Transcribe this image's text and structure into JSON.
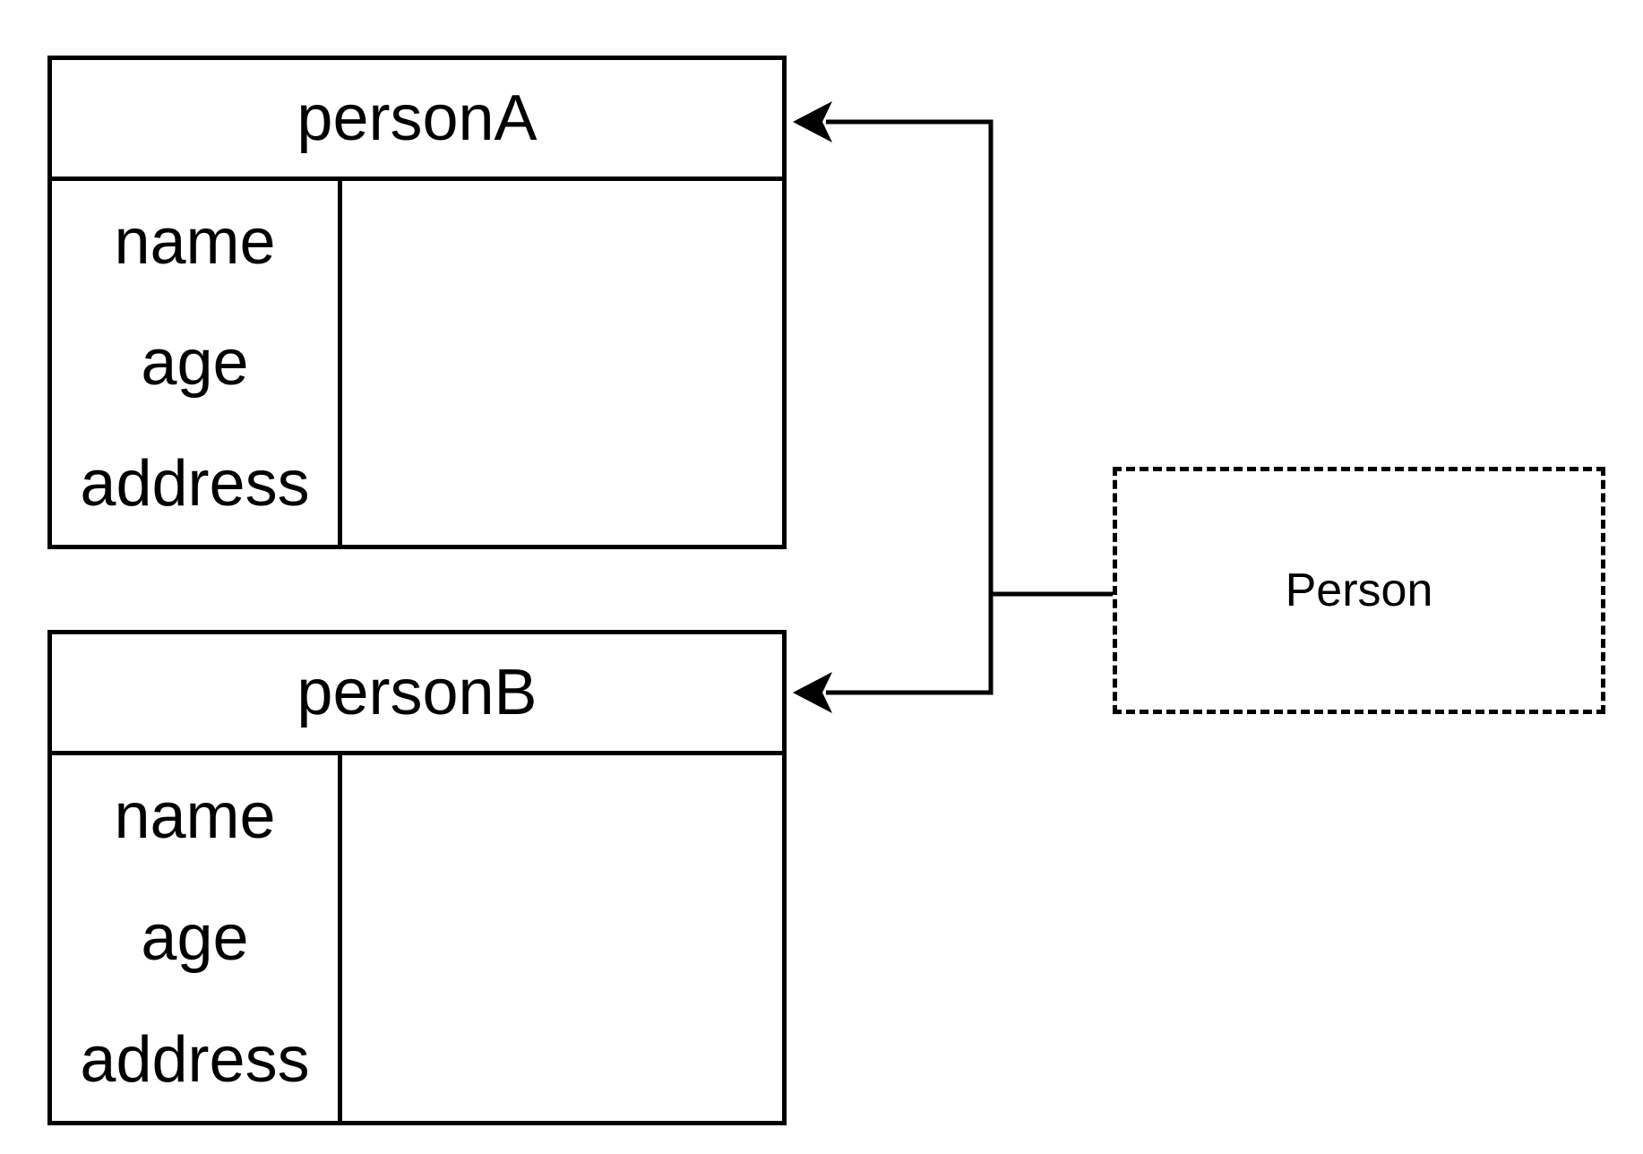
{
  "diagram": {
    "background_color": "#ffffff",
    "stroke_color": "#000000",
    "object_boxes": [
      {
        "title": "personA",
        "fields": [
          "name",
          "age",
          "address"
        ]
      },
      {
        "title": "personB",
        "fields": [
          "name",
          "age",
          "address"
        ]
      }
    ],
    "class_box": {
      "label": "Person"
    }
  }
}
